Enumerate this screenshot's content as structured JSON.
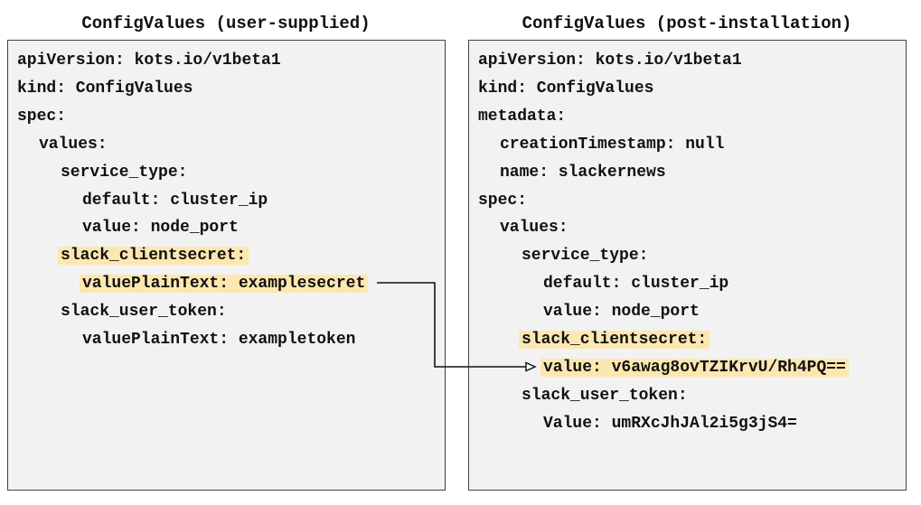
{
  "left_panel": {
    "title": "ConfigValues (user-supplied)",
    "lines": [
      {
        "indent": 0,
        "text": "apiVersion: kots.io/v1beta1",
        "highlight": false
      },
      {
        "indent": 0,
        "text": "kind: ConfigValues",
        "highlight": false
      },
      {
        "indent": 0,
        "text": "spec:",
        "highlight": false
      },
      {
        "indent": 1,
        "text": "values:",
        "highlight": false
      },
      {
        "indent": 2,
        "text": "service_type:",
        "highlight": false
      },
      {
        "indent": 3,
        "text": "default: cluster_ip",
        "highlight": false
      },
      {
        "indent": 3,
        "text": "value: node_port",
        "highlight": false
      },
      {
        "indent": 2,
        "text": "slack_clientsecret:",
        "highlight": true
      },
      {
        "indent": 3,
        "text": "valuePlainText: examplesecret",
        "highlight": true
      },
      {
        "indent": 2,
        "text": "slack_user_token:",
        "highlight": false
      },
      {
        "indent": 3,
        "text": "valuePlainText: exampletoken",
        "highlight": false
      }
    ]
  },
  "right_panel": {
    "title": "ConfigValues (post-installation)",
    "lines": [
      {
        "indent": 0,
        "text": "apiVersion: kots.io/v1beta1",
        "highlight": false
      },
      {
        "indent": 0,
        "text": "kind: ConfigValues",
        "highlight": false
      },
      {
        "indent": 0,
        "text": "metadata:",
        "highlight": false
      },
      {
        "indent": 1,
        "text": "creationTimestamp: null",
        "highlight": false
      },
      {
        "indent": 1,
        "text": "name: slackernews",
        "highlight": false
      },
      {
        "indent": 0,
        "text": "spec:",
        "highlight": false
      },
      {
        "indent": 1,
        "text": "values:",
        "highlight": false
      },
      {
        "indent": 2,
        "text": "service_type:",
        "highlight": false
      },
      {
        "indent": 3,
        "text": "default: cluster_ip",
        "highlight": false
      },
      {
        "indent": 3,
        "text": "value: node_port",
        "highlight": false
      },
      {
        "indent": 2,
        "text": "slack_clientsecret:",
        "highlight": true
      },
      {
        "indent": 3,
        "text": "value: v6awag8ovTZIKrvU/Rh4PQ==",
        "highlight": true
      },
      {
        "indent": 2,
        "text": "slack_user_token:",
        "highlight": false
      },
      {
        "indent": 3,
        "text": "Value: umRXcJhJAl2i5g3jS4=",
        "highlight": false
      }
    ]
  },
  "connector": {
    "from_line": 8,
    "to_line": 11
  },
  "colors": {
    "highlight": "#fde7b0",
    "panel_background": "#f2f2f2",
    "border": "#444444",
    "text": "#111111"
  }
}
